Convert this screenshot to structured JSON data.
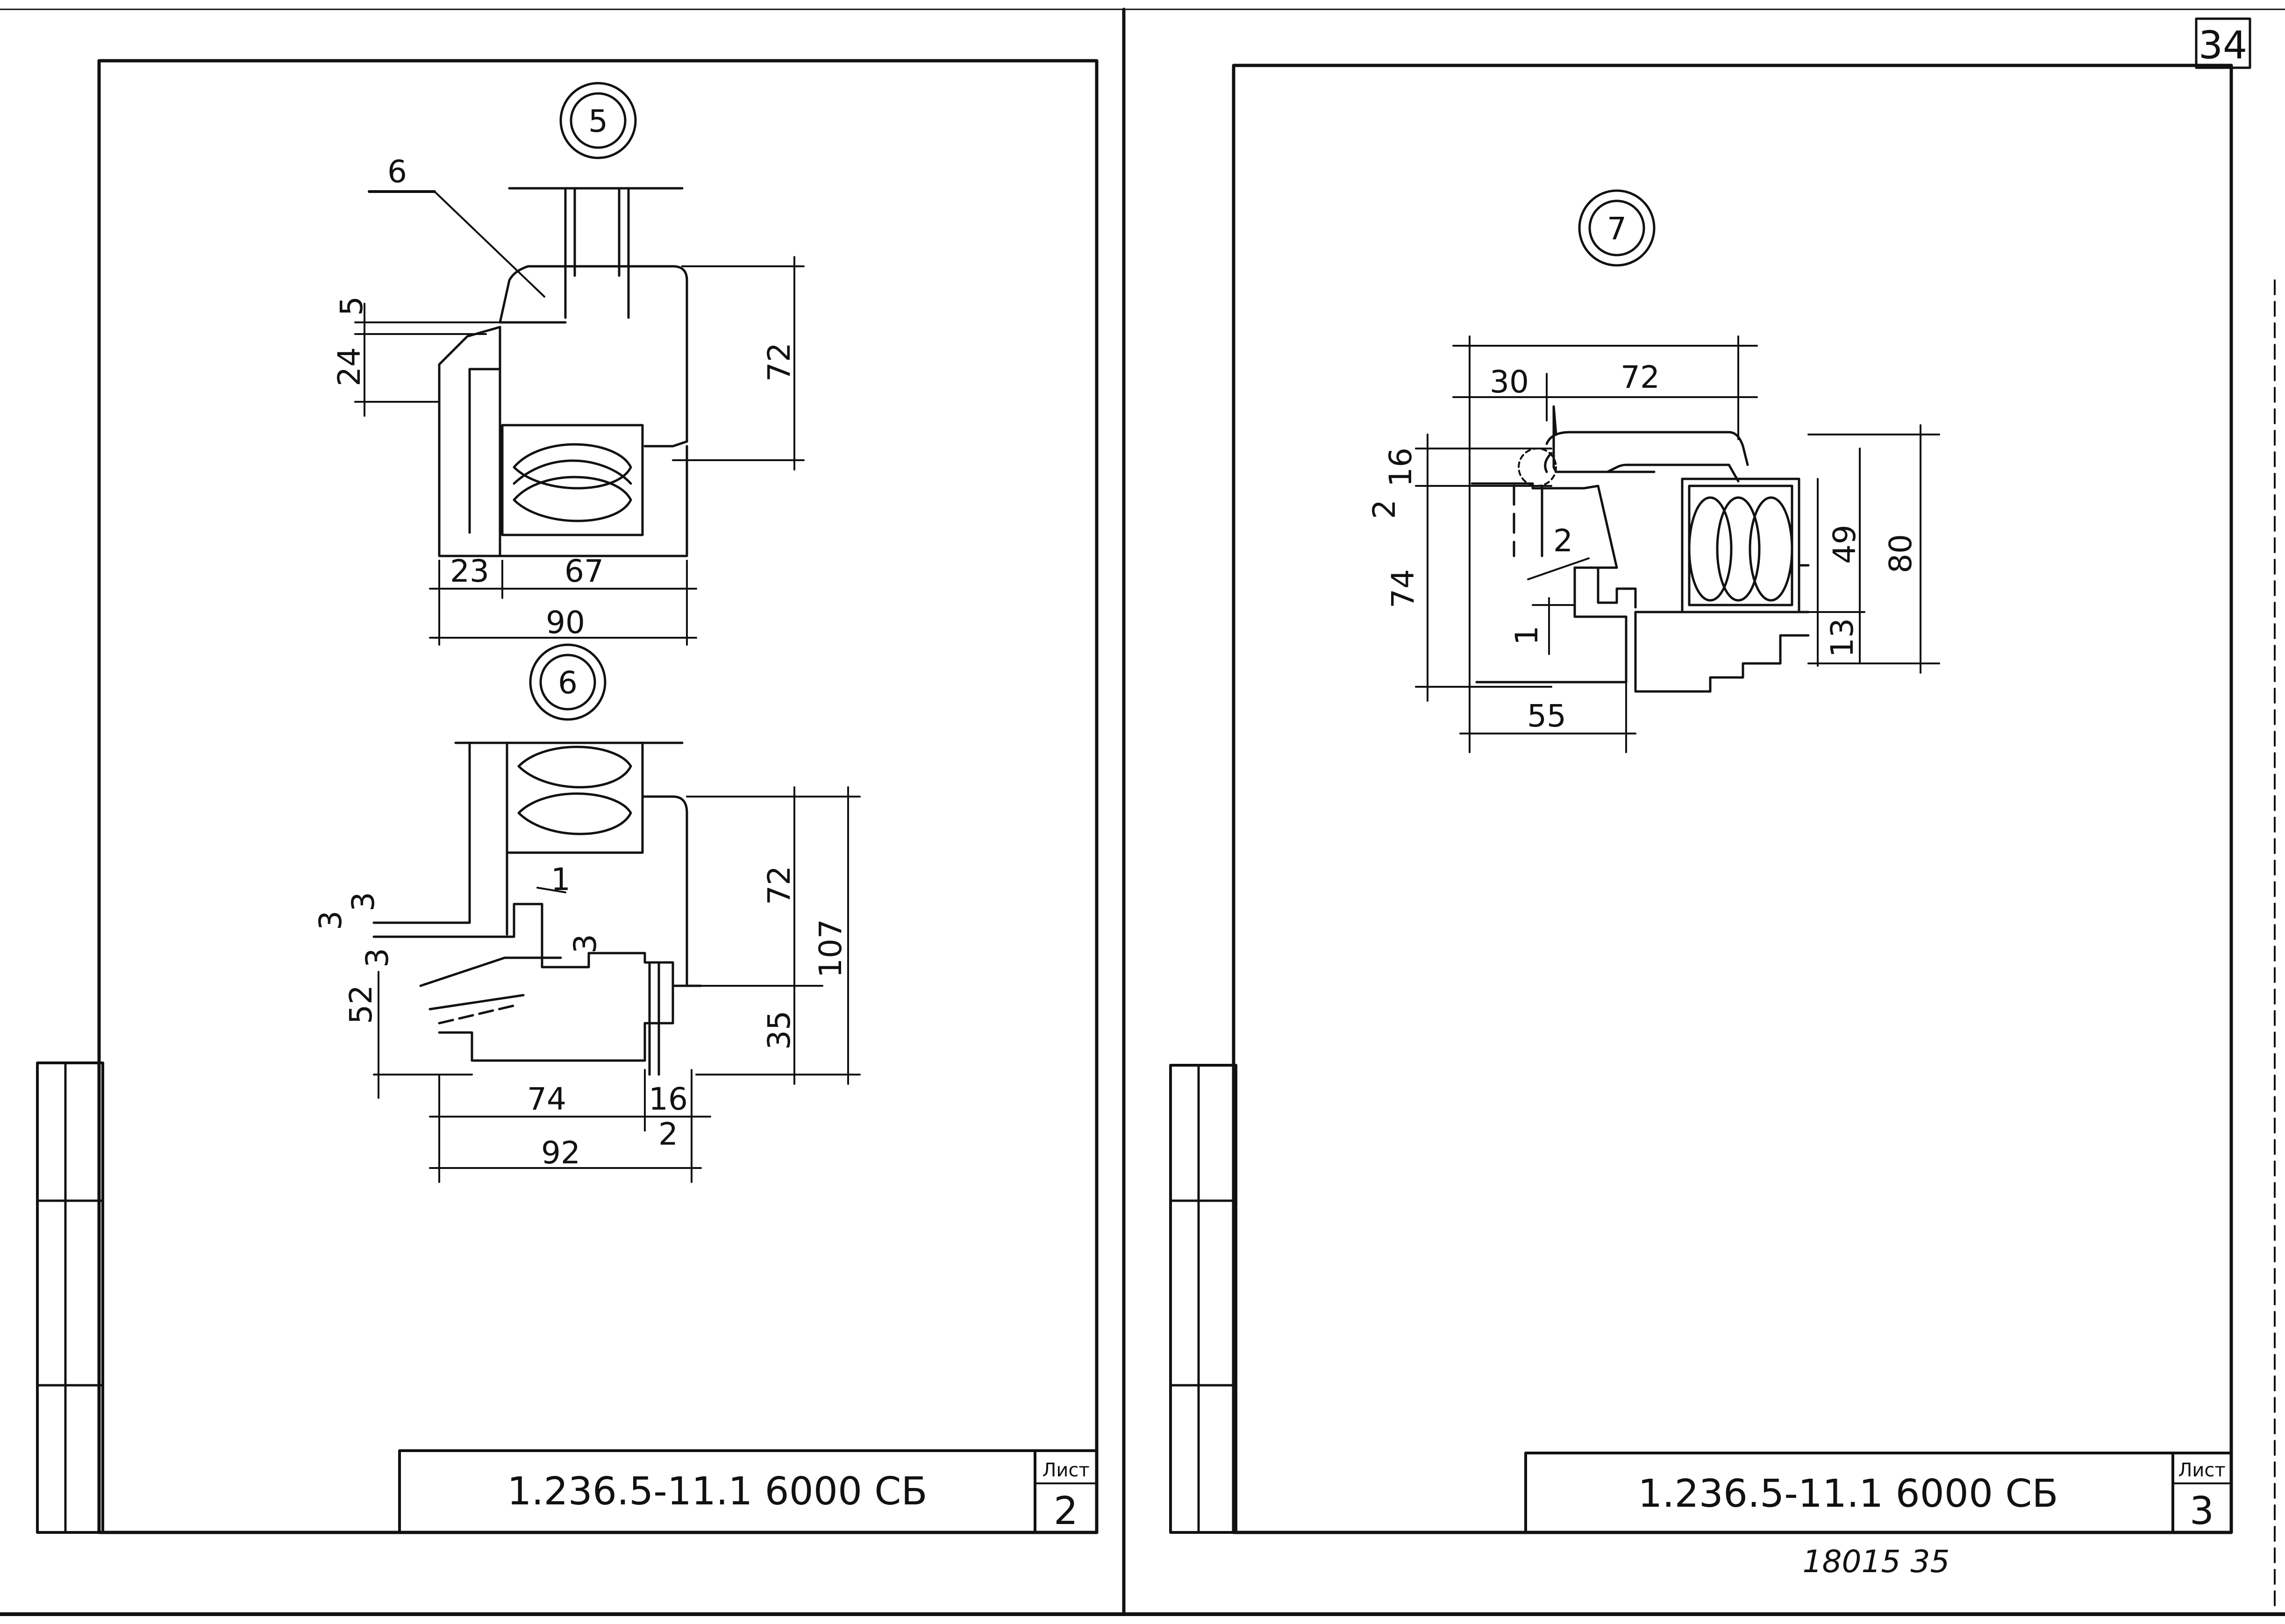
{
  "page_number": "34",
  "sheets": [
    {
      "designation": "1.236.5-11.1 6000 СБ",
      "sheet_label": "Лист",
      "sheet_number": "2",
      "details": [
        {
          "marker": "5",
          "position_label": "6",
          "dims": [
            "5",
            "24",
            "72",
            "23",
            "67",
            "90"
          ]
        },
        {
          "marker": "6",
          "dims": [
            "3",
            "3",
            "3",
            "1",
            "3",
            "52",
            "72",
            "107",
            "35",
            "74",
            "16",
            "2",
            "92"
          ]
        }
      ]
    },
    {
      "designation": "1.236.5-11.1 6000 СБ",
      "sheet_label": "Лист",
      "sheet_number": "3",
      "details": [
        {
          "marker": "7",
          "dims": [
            "30",
            "72",
            "16",
            "2",
            "2",
            "74",
            "49",
            "80",
            "13",
            "1",
            "55"
          ]
        }
      ],
      "footer_note": "18015   35"
    }
  ]
}
